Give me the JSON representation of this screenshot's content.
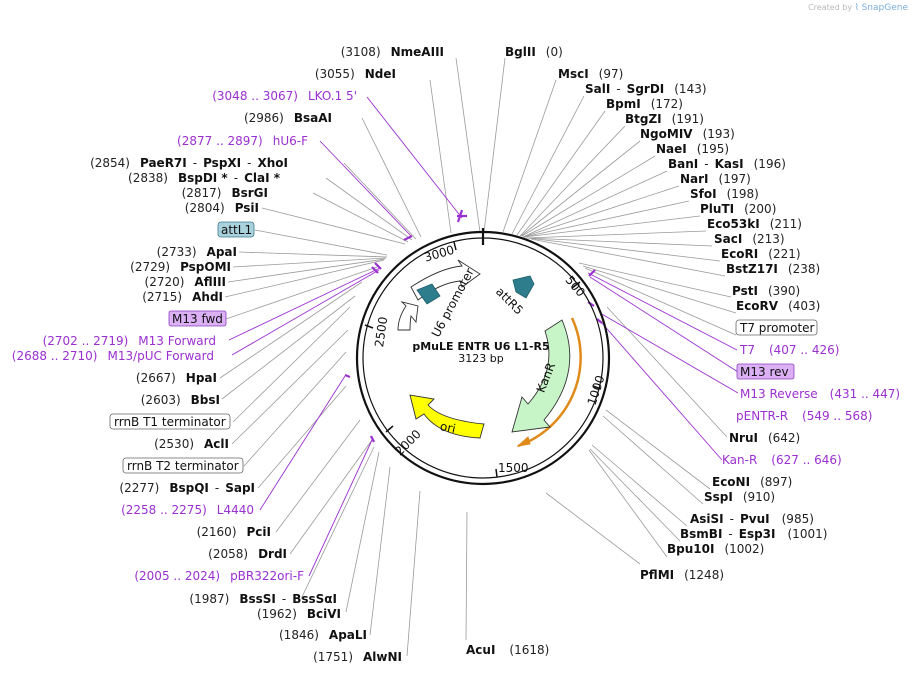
{
  "credit": {
    "prefix": "Created by",
    "brand": "SnapGene"
  },
  "plasmid": {
    "name": "pMuLE ENTR U6 L1-R5",
    "size_label": "3123 bp"
  },
  "ticks": [
    "500",
    "1000",
    "1500",
    "2000",
    "2500",
    "3000"
  ],
  "features": [
    {
      "id": "u6",
      "label": "U6 promoter"
    },
    {
      "id": "attr5",
      "label": "attR5"
    },
    {
      "id": "kanr",
      "label": "KanR"
    },
    {
      "id": "ori",
      "label": "ori"
    }
  ],
  "right_labels": [
    {
      "name": "BglII",
      "pos": "(0)"
    },
    {
      "name": "MscI",
      "pos": "(97)"
    },
    {
      "name": "SalI",
      "name2": "SgrDI",
      "pos": "(143)"
    },
    {
      "name": "BpmI",
      "pos": "(172)"
    },
    {
      "name": "BtgZI",
      "pos": "(191)"
    },
    {
      "name": "NgoMIV",
      "pos": "(193)"
    },
    {
      "name": "NaeI",
      "pos": "(195)"
    },
    {
      "name": "BanI",
      "name2": "KasI",
      "pos": "(196)"
    },
    {
      "name": "NarI",
      "pos": "(197)"
    },
    {
      "name": "SfoI",
      "pos": "(198)"
    },
    {
      "name": "PluTI",
      "pos": "(200)"
    },
    {
      "name": "Eco53kI",
      "pos": "(211)"
    },
    {
      "name": "SacI",
      "pos": "(213)"
    },
    {
      "name": "EcoRI",
      "pos": "(221)"
    },
    {
      "name": "BstZ17I",
      "pos": "(238)"
    },
    {
      "name": "PstI",
      "pos": "(390)"
    },
    {
      "name": "EcoRV",
      "pos": "(403)"
    },
    {
      "box": "T7 promoter"
    },
    {
      "primer": "T7",
      "range": "(407 .. 426)"
    },
    {
      "primer_box": "M13 rev"
    },
    {
      "primer": "M13 Reverse",
      "range": "(431 .. 447)"
    },
    {
      "primer": "pENTR-R",
      "range": "(549 .. 568)"
    },
    {
      "name": "NruI",
      "pos": "(642)"
    },
    {
      "primer": "Kan-R",
      "range": "(627 .. 646)"
    },
    {
      "name": "EcoNI",
      "pos": "(897)"
    },
    {
      "name": "SspI",
      "pos": "(910)"
    },
    {
      "name": "AsiSI",
      "name2": "PvuI",
      "pos": "(985)"
    },
    {
      "name": "BsmBI",
      "name2": "Esp3I",
      "pos": "(1001)"
    },
    {
      "name": "Bpu10I",
      "pos": "(1002)"
    },
    {
      "name": "PflMI",
      "pos": "(1248)"
    },
    {
      "name": "AcuI",
      "pos": "(1618)"
    }
  ],
  "left_labels": [
    {
      "name": "NmeAIII",
      "pos": "(3108)"
    },
    {
      "name": "NdeI",
      "pos": "(3055)"
    },
    {
      "primer": "LKO.1 5'",
      "range": "(3048 .. 3067)"
    },
    {
      "name": "BsaAI",
      "pos": "(2986)"
    },
    {
      "primer": "hU6-F",
      "range": "(2877 .. 2897)"
    },
    {
      "name": "PaeR7I",
      "name2": "PspXI",
      "name3": "XhoI",
      "pos": "(2854)"
    },
    {
      "name": "BspDI *",
      "name2": "ClaI *",
      "pos": "(2838)"
    },
    {
      "name": "BsrGI",
      "pos": "(2817)"
    },
    {
      "name": "PsiI",
      "pos": "(2804)"
    },
    {
      "feature_box": "attL1"
    },
    {
      "name": "ApaI",
      "pos": "(2733)"
    },
    {
      "name": "PspOMI",
      "pos": "(2729)"
    },
    {
      "name": "AflIII",
      "pos": "(2720)"
    },
    {
      "name": "AhdI",
      "pos": "(2715)"
    },
    {
      "primer_box": "M13 fwd"
    },
    {
      "primer": "M13 Forward",
      "range": "(2702 .. 2719)"
    },
    {
      "primer": "M13/pUC Forward",
      "range": "(2688 .. 2710)"
    },
    {
      "name": "HpaI",
      "pos": "(2667)"
    },
    {
      "name": "BbsI",
      "pos": "(2603)"
    },
    {
      "box": "rrnB T1 terminator"
    },
    {
      "name": "AclI",
      "pos": "(2530)"
    },
    {
      "box": "rrnB T2 terminator"
    },
    {
      "name": "BspQI",
      "name2": "SapI",
      "pos": "(2277)"
    },
    {
      "primer": "L4440",
      "range": "(2258 .. 2275)"
    },
    {
      "name": "PciI",
      "pos": "(2160)"
    },
    {
      "name": "DrdI",
      "pos": "(2058)"
    },
    {
      "primer": "pBR322ori-F",
      "range": "(2005 .. 2024)"
    },
    {
      "name": "BssSI",
      "name2": "BssSαI",
      "pos": "(1987)"
    },
    {
      "name": "BciVI",
      "pos": "(1962)"
    },
    {
      "name": "ApaLI",
      "pos": "(1846)"
    },
    {
      "name": "AlwNI",
      "pos": "(1751)"
    }
  ],
  "colors": {
    "ring": "#111111",
    "line": "#9a9a9a",
    "primer": "#9b30d0",
    "u6_fill": "#ffffff",
    "attr5_fill": "#2e7d8c",
    "kanr_fill": "#c8f5c8",
    "ori_fill": "#ffff00",
    "orange": "#e08a1a",
    "attl1_fill": "#a9d2dc",
    "primer_box_fill": "#dcb0f5"
  }
}
